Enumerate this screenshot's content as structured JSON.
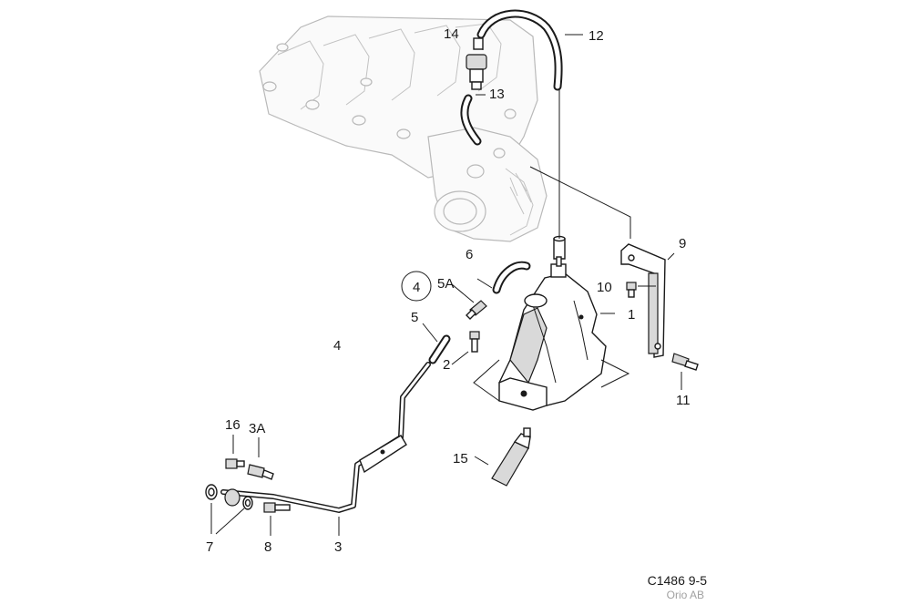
{
  "diagram": {
    "callouts": [
      {
        "id": "c1",
        "label": "1"
      },
      {
        "id": "c2",
        "label": "2"
      },
      {
        "id": "c3",
        "label": "3"
      },
      {
        "id": "c3a",
        "label": "3A"
      },
      {
        "id": "c4",
        "label": "4"
      },
      {
        "id": "c4circle",
        "label": "4"
      },
      {
        "id": "c5",
        "label": "5"
      },
      {
        "id": "c5a",
        "label": "5A"
      },
      {
        "id": "c6",
        "label": "6"
      },
      {
        "id": "c7",
        "label": "7"
      },
      {
        "id": "c8",
        "label": "8"
      },
      {
        "id": "c9",
        "label": "9"
      },
      {
        "id": "c10",
        "label": "10"
      },
      {
        "id": "c11",
        "label": "11"
      },
      {
        "id": "c12",
        "label": "12"
      },
      {
        "id": "c13",
        "label": "13"
      },
      {
        "id": "c14",
        "label": "14"
      },
      {
        "id": "c15",
        "label": "15"
      },
      {
        "id": "c16",
        "label": "16"
      }
    ],
    "footer": {
      "code": "C1486 9-5",
      "organization": "Orio AB"
    }
  }
}
